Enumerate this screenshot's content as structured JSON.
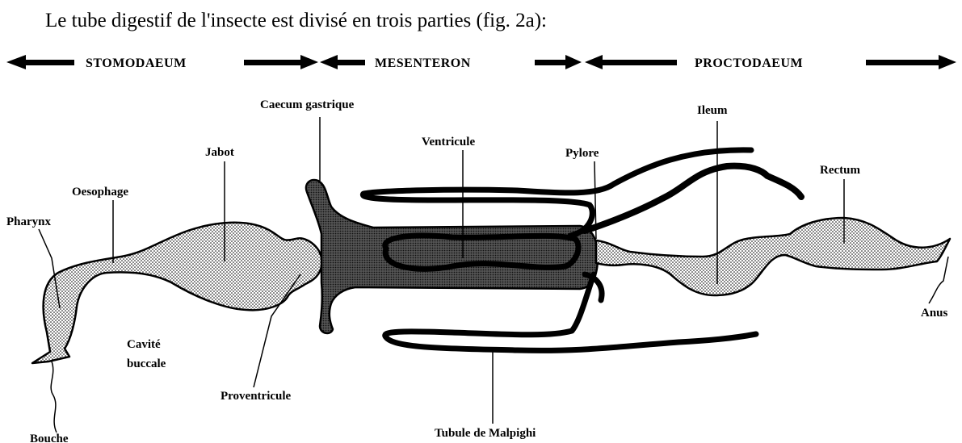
{
  "intro": "Le tube digestif de l'insecte est divisé en trois parties (fig. 2a):",
  "regions": {
    "stomodaeum": "STOMODAEUM",
    "mesenteron": "MESENTERON",
    "proctodaeum": "PROCTODAEUM"
  },
  "parts": {
    "caecum": "Caecum gastrique",
    "ventricule": "Ventricule",
    "pylore": "Pylore",
    "ileum": "Ileum",
    "jabot": "Jabot",
    "rectum": "Rectum",
    "oesophage": "Oesophage",
    "pharynx": "Pharynx",
    "cavite_line1": "Cavité",
    "cavite_line2": "buccale",
    "proventricule": "Proventricule",
    "anus": "Anus",
    "tubule": "Tubule de Malpighi",
    "bouche": "Bouche"
  }
}
